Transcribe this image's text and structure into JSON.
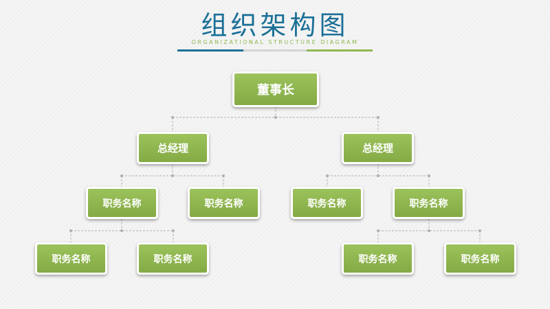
{
  "title": "组织架构图",
  "subtitle": "ORGANIZATIONAL STRUCTURE DIAGRAM",
  "colors": {
    "title": "#1a6f96",
    "accent_green": "#8fb84e",
    "node_fill": "#8fb650",
    "connector": "#b0b0b0"
  },
  "nodes": {
    "chairman": "董事长",
    "gm_left": "总经理",
    "gm_right": "总经理",
    "pos_l1": "职务名称",
    "pos_l2": "职务名称",
    "pos_r1": "职务名称",
    "pos_r2": "职务名称",
    "pos_l1a": "职务名称",
    "pos_l1b": "职务名称",
    "pos_r2a": "职务名称",
    "pos_r2b": "职务名称"
  }
}
